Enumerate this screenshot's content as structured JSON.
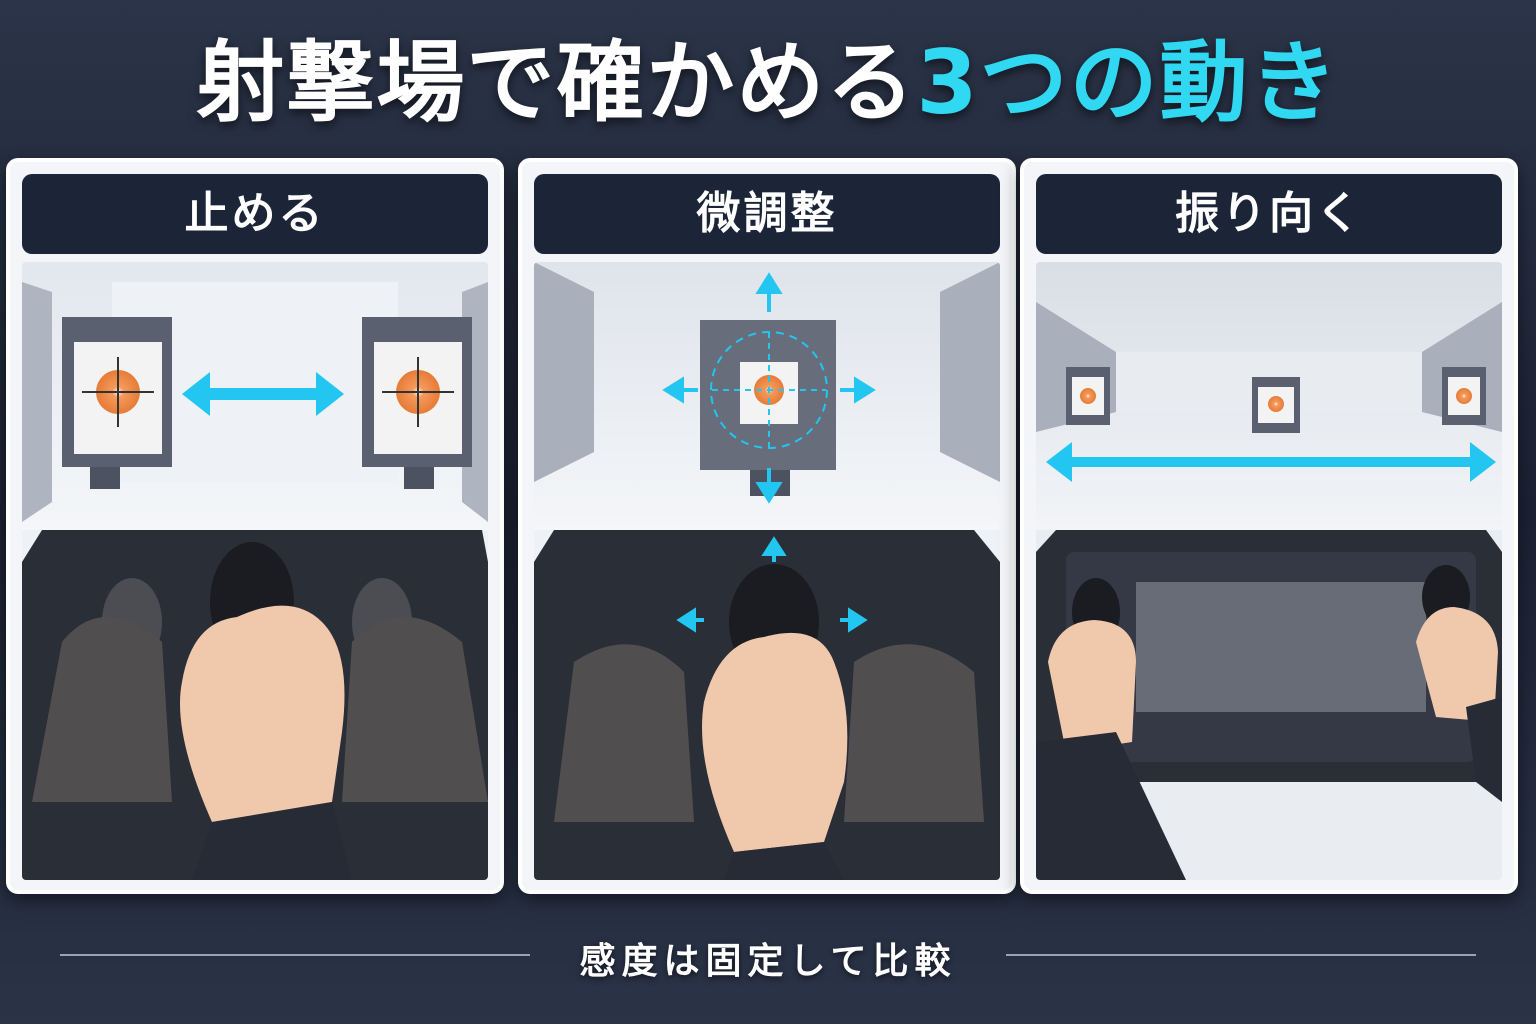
{
  "title": {
    "main": "射撃場で確かめる",
    "highlight": "3つの動き"
  },
  "panels": [
    {
      "label": "止める",
      "icon": "horizontal-double-arrow-icon"
    },
    {
      "label": "微調整",
      "icon": "four-way-arrow-icon"
    },
    {
      "label": "振り向く",
      "icon": "wide-horizontal-arrow-icon"
    }
  ],
  "footer": {
    "text": "感度は固定して比較"
  },
  "colors": {
    "accent": "#31d8f2",
    "target": "#f08a4b",
    "header_bg": "#1c2438",
    "background": "#1c2436"
  }
}
